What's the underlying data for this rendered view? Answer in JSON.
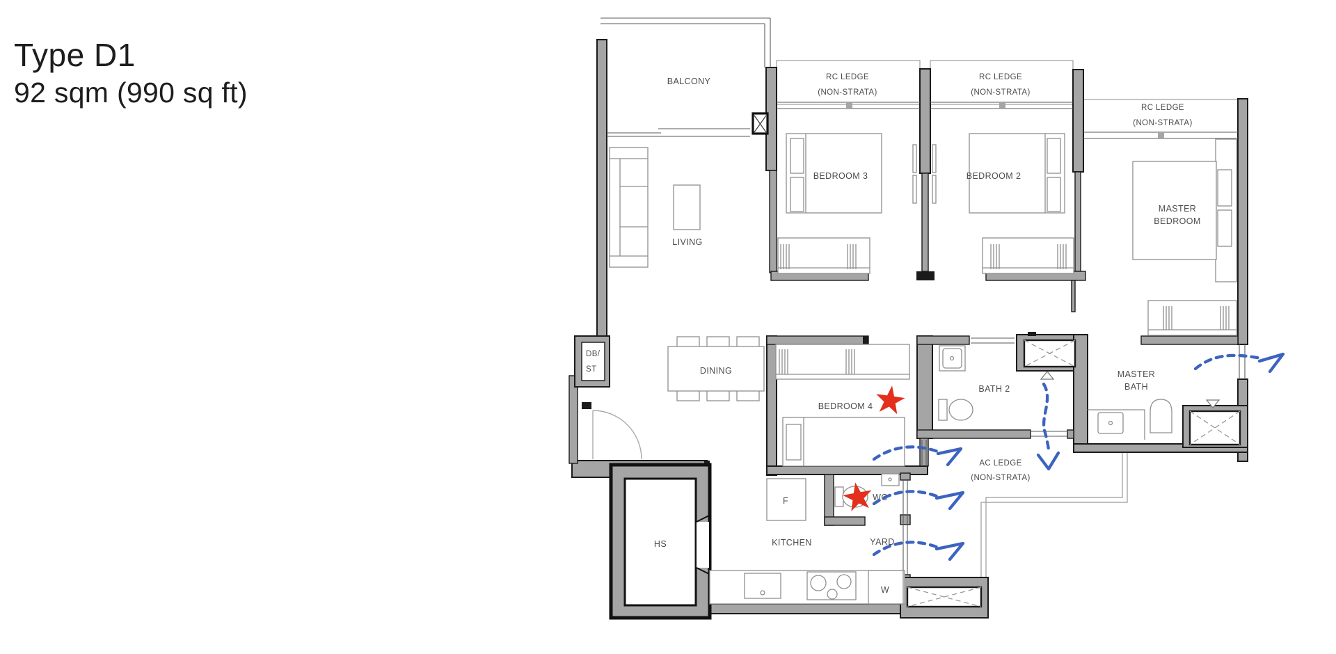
{
  "title": {
    "line1": "Type D1",
    "line2": "92 sqm (990 sq ft)"
  },
  "labels": {
    "balcony": "BALCONY",
    "living": "LIVING",
    "dining": "DINING",
    "bedroom3": "BEDROOM 3",
    "bedroom2": "BEDROOM 2",
    "bedroom4": "BEDROOM 4",
    "master_bedroom_line1": "MASTER",
    "master_bedroom_line2": "BEDROOM",
    "bath2": "BATH 2",
    "master_bath_line1": "MASTER",
    "master_bath_line2": "BATH",
    "rc_ledge": "RC LEDGE",
    "non_strata": "(NON-STRATA)",
    "ac_ledge": "AC LEDGE",
    "wc": "WC",
    "kitchen": "KITCHEN",
    "yard": "YARD",
    "hs": "HS",
    "db_line1": "DB/",
    "db_line2": "ST",
    "fridge": "F",
    "washer": "W"
  },
  "colors": {
    "wall_gray": "#a5a5a5",
    "outline_black": "#1b1b1b",
    "label_text": "#4c4c4c",
    "star_red": "#e2301c",
    "arrow_blue": "#3c63c0"
  }
}
